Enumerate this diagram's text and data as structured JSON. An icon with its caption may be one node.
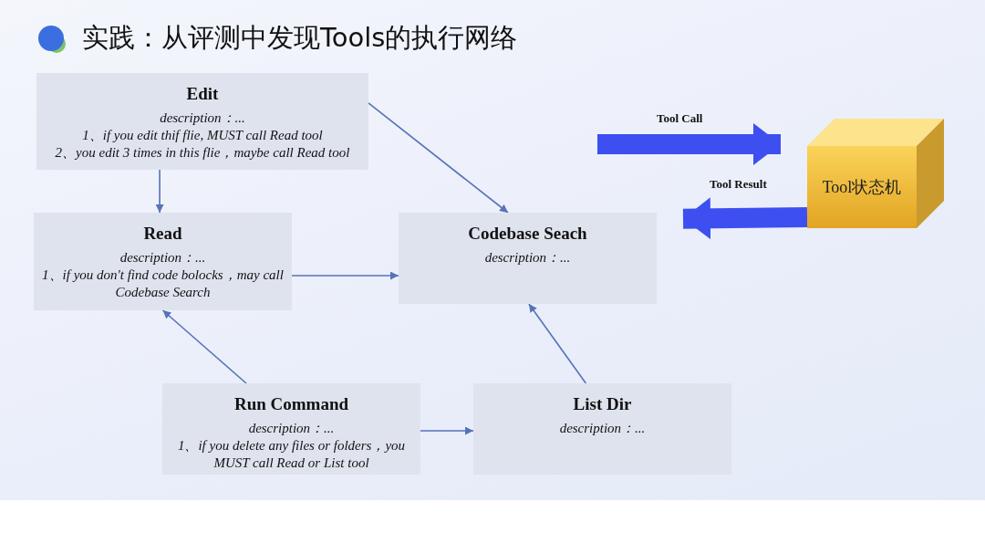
{
  "diagram": {
    "title": "实践：从评测中发现Tools的执行网络",
    "nodes": [
      {
        "text": [
          "Edit",
          "description：...",
          "1、if you edit thif flie, MUST call Read tool",
          "2、you edit 3 times in this flie，maybe call Read tool"
        ]
      },
      {
        "text": [
          "Read",
          "description：...",
          "1、if you don't find code bolocks，may call Codebase Search"
        ]
      },
      {
        "text": [
          "Codebase Seach",
          "description：..."
        ]
      },
      {
        "text": [
          "Run Command",
          "description：...",
          "1、if you delete any files or folders，you MUST call Read or List tool"
        ]
      },
      {
        "text": [
          "List Dir",
          "description：..."
        ]
      },
      {
        "text": [
          "Tool状态机"
        ]
      }
    ],
    "edges": [
      {
        "from": 0,
        "to": 1,
        "arrow": "to"
      },
      {
        "from": 0,
        "to": 2,
        "arrow": "to"
      },
      {
        "from": 1,
        "to": 2,
        "arrow": "to"
      },
      {
        "from": 3,
        "to": 1,
        "arrow": "to"
      },
      {
        "from": 3,
        "to": 4,
        "arrow": "to"
      },
      {
        "from": 4,
        "to": 2,
        "arrow": "to"
      },
      {
        "from": null,
        "to": 5,
        "arrow": "to",
        "label": "Tool Call",
        "style": "thick",
        "color": "#3d4ff0"
      },
      {
        "from": 5,
        "to": 2,
        "arrow": "to",
        "label": "Tool Result",
        "style": "thick",
        "color": "#3d4ff0"
      }
    ]
  }
}
